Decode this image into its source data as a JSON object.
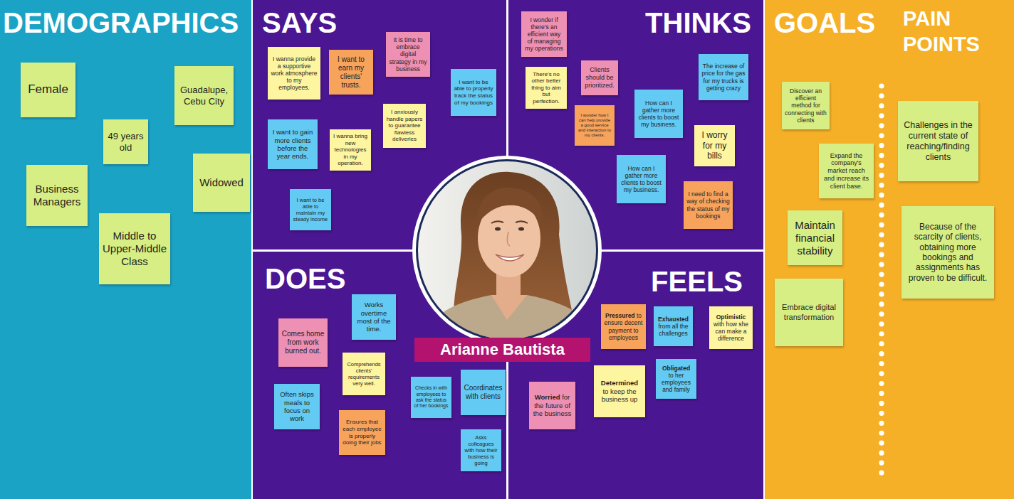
{
  "diagram": {
    "nodes": [
      {
        "text": [
          "DEMOGRAPHICS"
        ]
      },
      {
        "text": [
          "Female"
        ],
        "in": 0
      },
      {
        "text": [
          "Guadalupe, Cebu City"
        ],
        "in": 0
      },
      {
        "text": [
          "49 years old"
        ],
        "in": 0
      },
      {
        "text": [
          "Business Managers"
        ],
        "in": 0
      },
      {
        "text": [
          "Widowed"
        ],
        "in": 0
      },
      {
        "text": [
          "Middle to Upper-Middle Class"
        ],
        "in": 0
      },
      {
        "text": [
          "SAYS"
        ]
      },
      {
        "text": [
          "I wanna provide a supportive work atmosphere to my employees."
        ],
        "in": 7
      },
      {
        "text": [
          "I want to earn my clients' trusts."
        ],
        "in": 7
      },
      {
        "text": [
          "It is time to embrace digital strategy in my business"
        ],
        "in": 7
      },
      {
        "text": [
          "I want to be able to properly track the status of my bookings"
        ],
        "in": 7
      },
      {
        "text": [
          "I want to gain more clients before the year ends."
        ],
        "in": 7
      },
      {
        "text": [
          "I wanna bring new technologies in my operation."
        ],
        "in": 7
      },
      {
        "text": [
          "I anxiously handle papers to guarantee flawless deliveries"
        ],
        "in": 7
      },
      {
        "text": [
          "I want to be able to maintain my steady income"
        ],
        "in": 7
      },
      {
        "text": [
          "THINKS"
        ]
      },
      {
        "text": [
          "I wonder if there's an efficient way of managing my operations"
        ],
        "in": 16
      },
      {
        "text": [
          "There's no other better thing to aim but perfection."
        ],
        "in": 16
      },
      {
        "text": [
          "Clients should be prioritized."
        ],
        "in": 16
      },
      {
        "text": [
          "The increase of price for the gas for my trucks is getting crazy"
        ],
        "in": 16
      },
      {
        "text": [
          "I wonder how I can help provide a good service and interaction to my clients."
        ],
        "in": 16
      },
      {
        "text": [
          "How can I gather more clients to boost my business."
        ],
        "in": 16
      },
      {
        "text": [
          "I worry for my bills"
        ],
        "in": 16
      },
      {
        "text": [
          "How can I gather more clients to boost my business."
        ],
        "in": 16
      },
      {
        "text": [
          "I need to find a way of checking the status of my bookings"
        ],
        "in": 16
      },
      {
        "text": [
          "DOES"
        ]
      },
      {
        "text": [
          "Works overtime most of the time."
        ],
        "in": 26
      },
      {
        "text": [
          "Comes home from work burned out."
        ],
        "in": 26
      },
      {
        "text": [
          "Comprehends clients' requirements very well."
        ],
        "in": 26
      },
      {
        "text": [
          "Often skips meals to focus on work"
        ],
        "in": 26
      },
      {
        "text": [
          "Checks in with employees to ask the status of her bookings"
        ],
        "in": 26
      },
      {
        "text": [
          "Coordinates with clients"
        ],
        "in": 26
      },
      {
        "text": [
          "Ensures that each employee is properly doing their jobs"
        ],
        "in": 26
      },
      {
        "text": [
          "Asks colleagues with how their business is going"
        ],
        "in": 26
      },
      {
        "text": [
          "FEELS"
        ]
      },
      {
        "text": [
          "Pressured",
          "to ensure decent payment to employees"
        ],
        "in": 35
      },
      {
        "text": [
          "Exhausted",
          "from all the challenges"
        ],
        "in": 35
      },
      {
        "text": [
          "Optimistic",
          "with how she can make a difference"
        ],
        "in": 35
      },
      {
        "text": [
          "Obligated",
          "to her employees and family"
        ],
        "in": 35
      },
      {
        "text": [
          "Determined",
          "to keep the business up"
        ],
        "in": 35
      },
      {
        "text": [
          "Worried",
          "for the future of the business"
        ],
        "in": 35
      },
      {
        "text": [
          "Arianne Bautista"
        ]
      },
      {
        "text": [
          "GOALS"
        ]
      },
      {
        "text": [
          "Discover an efficient method for connecting with clients"
        ],
        "in": 43
      },
      {
        "text": [
          "Expand the company's market reach and increase its client base."
        ],
        "in": 43
      },
      {
        "text": [
          "Maintain financial stability"
        ],
        "in": 43
      },
      {
        "text": [
          "Embrace digital transformation"
        ],
        "in": 43
      },
      {
        "text": [
          "PAIN POINTS"
        ]
      },
      {
        "text": [
          "Challenges in the current state of reaching/finding clients"
        ],
        "in": 48
      },
      {
        "text": [
          "Because of the scarcity of clients, obtaining more bookings and assignments has proven to be difficult."
        ],
        "in": 48
      }
    ]
  }
}
